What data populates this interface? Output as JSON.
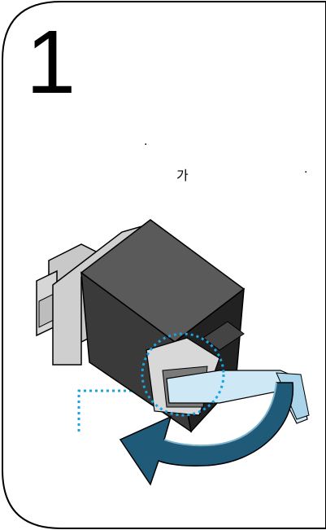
{
  "step": {
    "number": "1"
  },
  "instruction": {
    "line1_end": ".",
    "line2_word": "가",
    "line2_end": "."
  },
  "illustration": {
    "subject": "ink-cartridge",
    "colors": {
      "cartridge_body": "#3a3a3a",
      "cartridge_top": "#5a5a5a",
      "cartridge_side": "#222222",
      "nozzle_cap": "#cfcfcf",
      "tape": "#cfe8f5",
      "arrow": "#1f5a78",
      "dotted_line": "#1aa3e0"
    }
  }
}
